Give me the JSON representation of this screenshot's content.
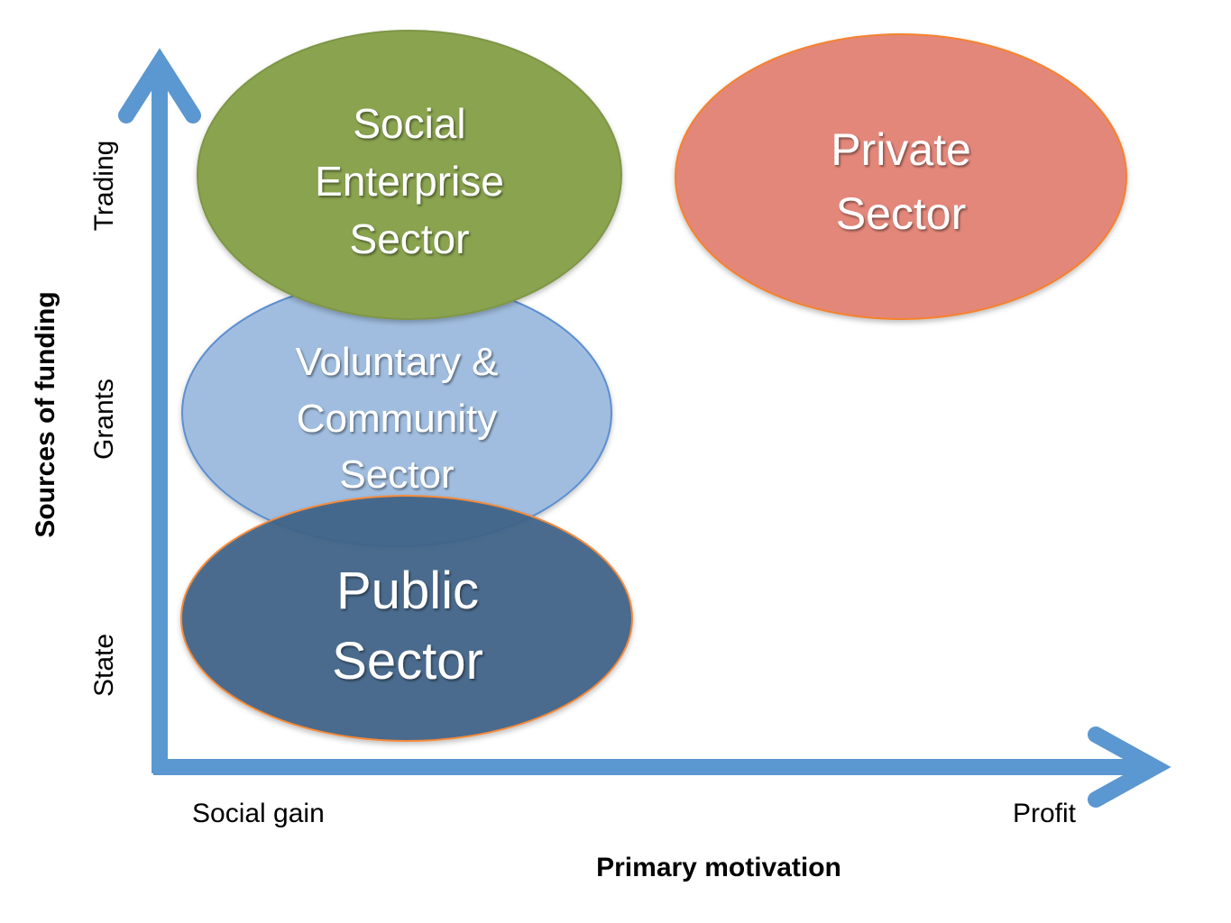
{
  "y_axis": {
    "title": "Sources of funding",
    "ticks": [
      "State",
      "Grants",
      "Trading"
    ]
  },
  "x_axis": {
    "title": "Primary motivation",
    "ticks": [
      "Social gain",
      "Profit"
    ]
  },
  "sectors": [
    {
      "lines": [
        "Social",
        "Enterprise",
        "Sector"
      ],
      "fill": "#8aa34f",
      "stroke": "#7f9646"
    },
    {
      "lines": [
        "Voluntary &",
        "Community",
        "Sector"
      ],
      "fill": "#9dbadf",
      "stroke": "#5b8fd0"
    },
    {
      "lines": [
        "Public",
        "Sector"
      ],
      "fill": "#3e6388",
      "stroke": "#f58a3a"
    },
    {
      "lines": [
        "Private",
        "Sector"
      ],
      "fill": "#e3877a",
      "stroke": "#f5822d"
    }
  ],
  "colors": {
    "arrow": "#5b97d0",
    "background": "#ffffff"
  }
}
